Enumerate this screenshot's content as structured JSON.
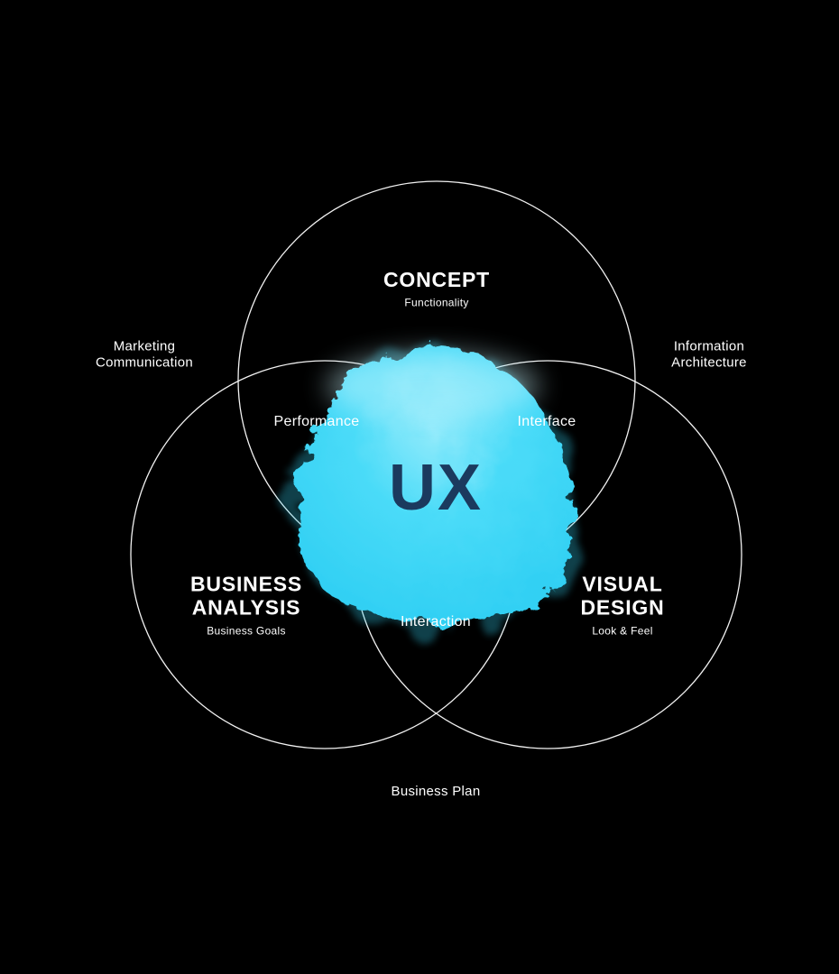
{
  "diagram": {
    "center_label": "UX",
    "circles": [
      {
        "id": "concept",
        "title": "CONCEPT",
        "subtitle": "Functionality"
      },
      {
        "id": "business-analysis",
        "title": "BUSINESS\nANALYSIS",
        "subtitle": "Business Goals"
      },
      {
        "id": "visual-design",
        "title": "VISUAL\nDESIGN",
        "subtitle": "Look & Feel"
      }
    ],
    "overlaps": {
      "performance": "Performance",
      "interface": "Interface",
      "interaction": "Interaction"
    },
    "outside": {
      "left": "Marketing\nCommunication",
      "right": "Information\nArchitecture",
      "bottom": "Business Plan"
    },
    "colors": {
      "background": "#000000",
      "circle_stroke": "#ffffff",
      "blob": "#35d5f6",
      "ux_text": "#1b3a5e"
    }
  }
}
